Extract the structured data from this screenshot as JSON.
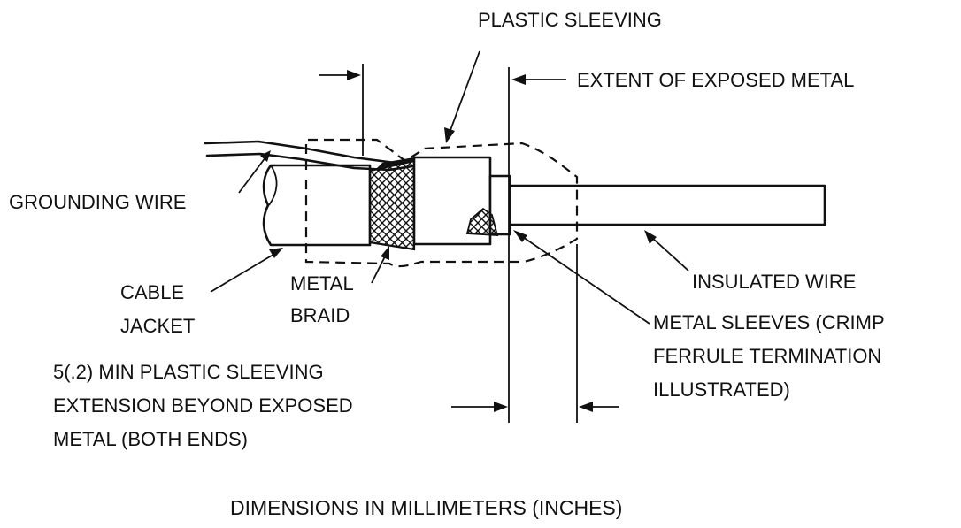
{
  "labels": {
    "plastic_sleeving": "PLASTIC SLEEVING",
    "extent_exposed_metal": "EXTENT OF EXPOSED METAL",
    "grounding_wire": "GROUNDING WIRE",
    "insulated_wire": "INSULATED WIRE",
    "cable_jacket": [
      "CABLE",
      "JACKET"
    ],
    "metal_braid": [
      "METAL",
      "BRAID"
    ],
    "metal_sleeves": [
      "METAL SLEEVES (CRIMP",
      "FERRULE TERMINATION",
      "ILLUSTRATED)"
    ],
    "min_extension": [
      "5(.2) MIN PLASTIC SLEEVING",
      "EXTENSION BEYOND EXPOSED",
      "METAL (BOTH ENDS)"
    ]
  },
  "caption": "DIMENSIONS IN MILLIMETERS (INCHES)",
  "colors": {
    "ink": "#111111",
    "background": "#ffffff"
  }
}
